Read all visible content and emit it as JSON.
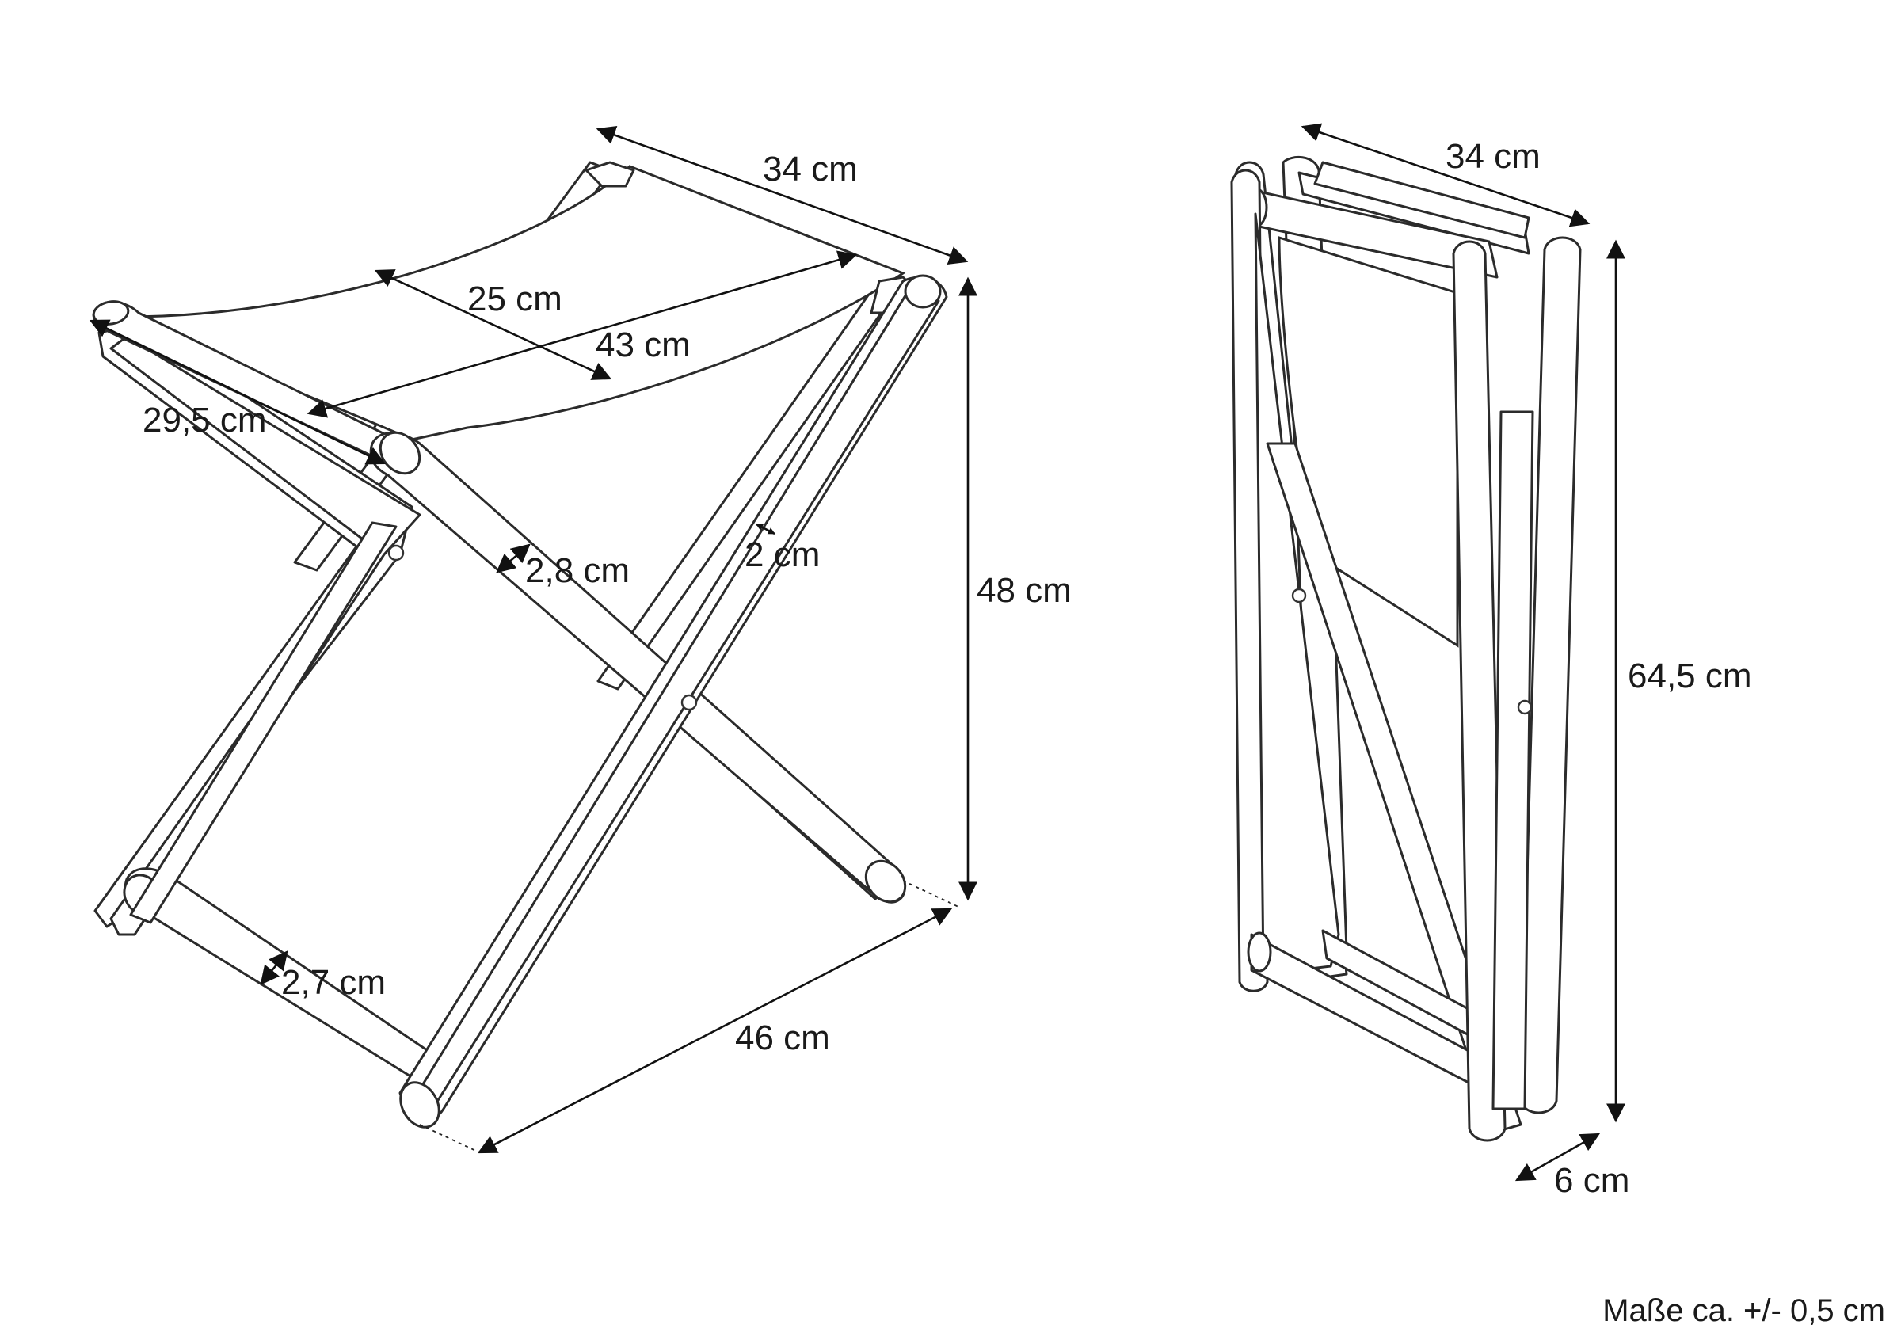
{
  "dimensions": {
    "open_depth": "34 cm",
    "open_seat_width": "25 cm",
    "open_seat_diag": "43 cm",
    "open_leg_span": "29,5 cm",
    "open_bar_2_8": "2,8 cm",
    "open_leg_2": "2 cm",
    "open_height": "48 cm",
    "open_bar_2_7": "2,7 cm",
    "open_base": "46 cm",
    "folded_width": "34 cm",
    "folded_height": "64,5 cm",
    "folded_thickness": "6 cm"
  },
  "footnote": "Maße ca. +/- 0,5 cm",
  "colors": {
    "line": "#2b2b2b",
    "text": "#1a1a1a",
    "background": "#ffffff"
  }
}
